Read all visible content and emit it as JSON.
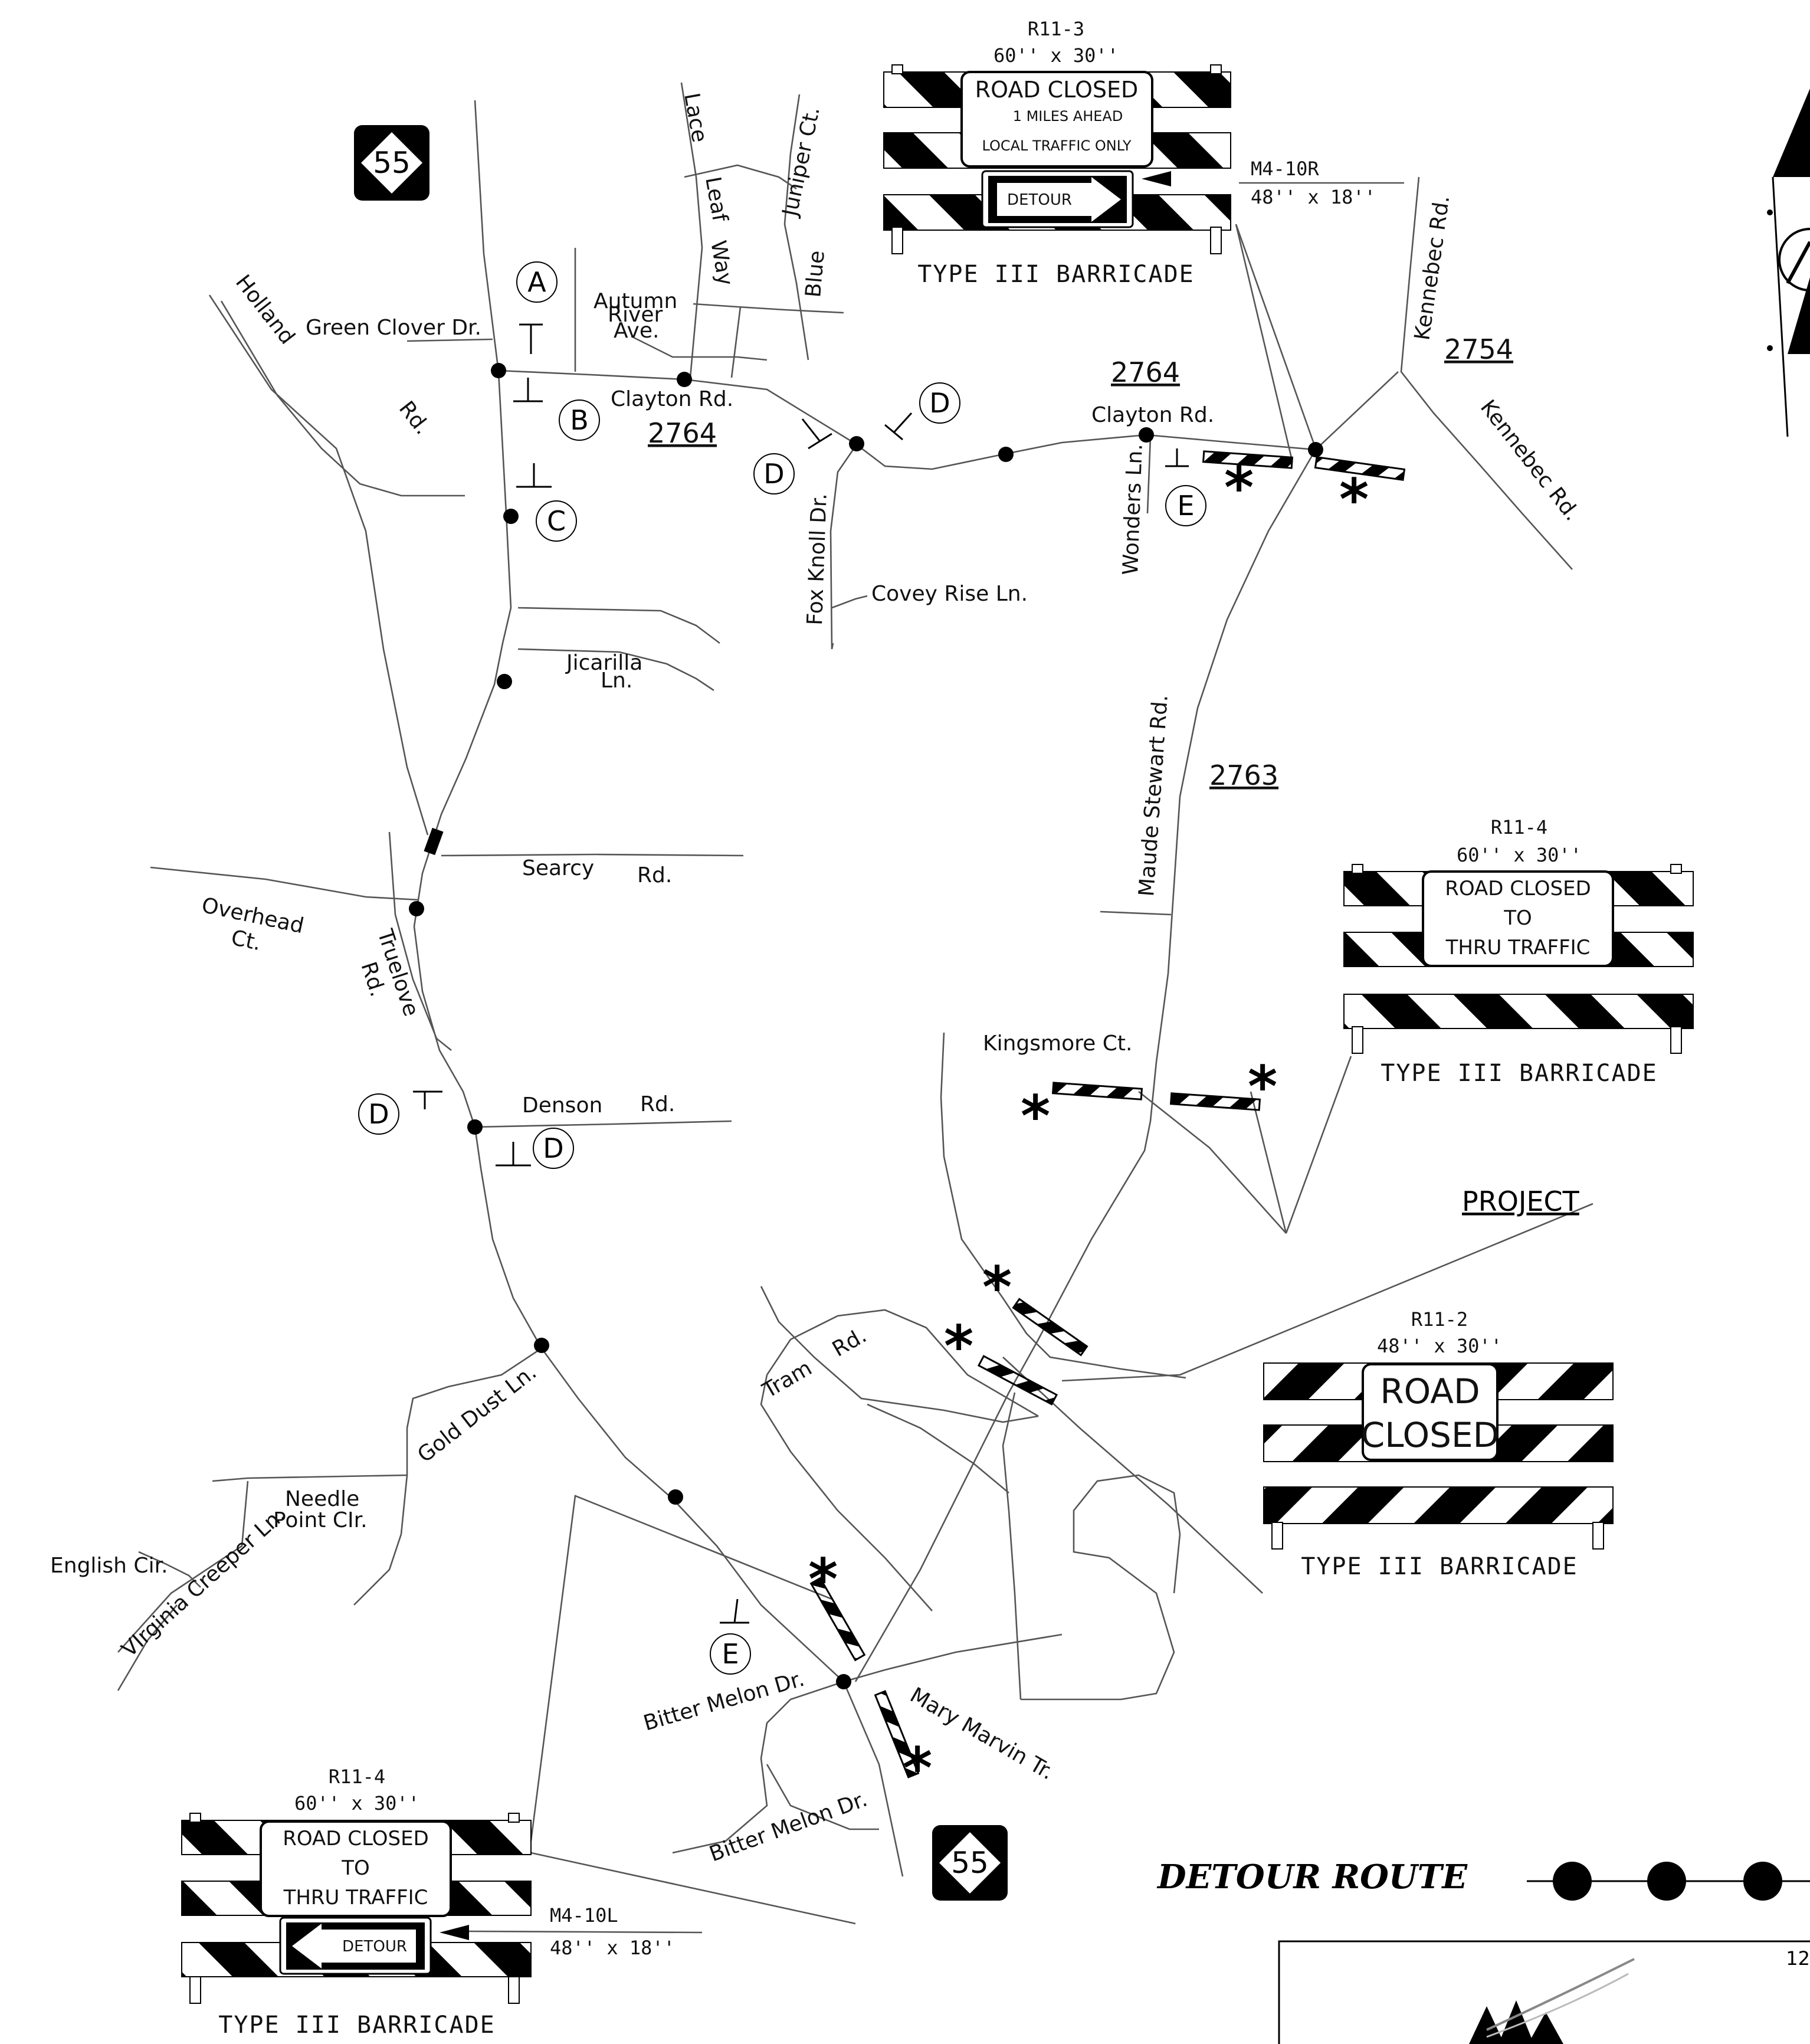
{
  "highway_shield": "55",
  "route_numbers": {
    "nw": "2764",
    "ne": "2764",
    "east": "2754",
    "center": "2763"
  },
  "roads": {
    "holland": "Holland",
    "holland_rd": "Rd.",
    "green_clover": "Green Clover Dr.",
    "clayton_west": "Clayton Rd.",
    "clayton_east": "Clayton Rd.",
    "autumn": "Autumn",
    "river": "River",
    "ave": "Ave.",
    "lace": "Lace",
    "leaf": "Leaf",
    "way": "Way",
    "juniper": "Juniper Ct.",
    "blue": "Blue",
    "kennebec_1": "Kennebec Rd.",
    "kennebec_2": "Kennebec Rd.",
    "wonders": "Wonders Ln.",
    "fox_knoll": "Fox Knoll Dr.",
    "covey_rise": "Covey Rise Ln.",
    "jicarilla": "Jicarilla",
    "jicarilla_ln": "Ln.",
    "searcy": "Searcy",
    "searcy_rd": "Rd.",
    "overhead": "Overhead",
    "overhead_ct": "Ct.",
    "truelove": "Truelove",
    "truelove_rd": "Rd.",
    "maude_stewart": "Maude Stewart Rd.",
    "kingsmore": "Kingsmore Ct.",
    "denson": "Denson",
    "denson_rd": "Rd.",
    "tram": "Tram",
    "tram_rd": "Rd.",
    "gold_dust": "Gold Dust Ln.",
    "needle": "Needle",
    "point_cir": "Point CIr.",
    "english_cir": "English Cir.",
    "virginia_creeper": "VIrginia Creeper Ln.",
    "bitter_melon_1": "Bitter Melon Dr.",
    "bitter_melon_2": "Bitter Melon Dr.",
    "mary_marvin": "Mary Marvin Tr."
  },
  "markers": {
    "a": "A",
    "b": "B",
    "c": "C",
    "d": "D",
    "e": "E"
  },
  "signs": {
    "r11_3": {
      "code": "R11-3",
      "size": "60'' x 30''",
      "line1": "ROAD  CLOSED",
      "line2": "1 MILES  AHEAD",
      "line3": "LOCAL TRAFFIC  ONLY",
      "caption": "TYPE III BARRICADE"
    },
    "m4_10r": {
      "code": "M4-10R",
      "size": "48'' x 18''",
      "text": "DETOUR"
    },
    "r11_4_top": {
      "code": "R11-4",
      "size": "60'' x 30''",
      "line1": "ROAD  CLOSED",
      "line2": "TO",
      "line3": "THRU  TRAFFIC",
      "caption": "TYPE III BARRICADE"
    },
    "r11_2": {
      "code": "R11-2",
      "size": "48'' x 30''",
      "line1": "ROAD",
      "line2": "CLOSED",
      "caption": "TYPE III BARRICADE"
    },
    "r11_4_bottom": {
      "code": "R11-4",
      "size": "60'' x 30''",
      "line1": "ROAD  CLOSED",
      "line2": "TO",
      "line3": "THRU  TRAFFIC",
      "caption": "TYPE III BARRICADE"
    },
    "m4_10l": {
      "code": "M4-10L",
      "size": "48'' x 18''",
      "text": "DETOUR"
    }
  },
  "project_label": "PROJECT",
  "legend": {
    "title": "DETOUR  ROUTE"
  },
  "sheet_number": "12"
}
